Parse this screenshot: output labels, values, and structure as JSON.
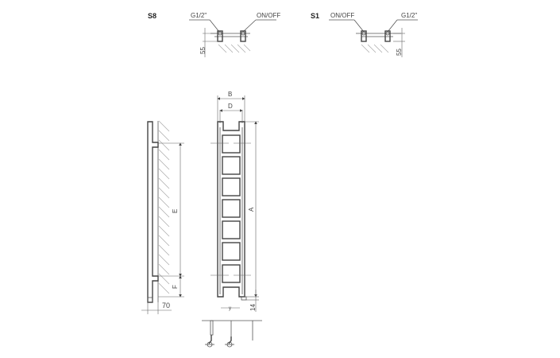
{
  "variants": {
    "s8": {
      "code": "S8",
      "left_label": "G1/2\"",
      "right_label": "ON/OFF",
      "height_dim": "55"
    },
    "s1": {
      "code": "S1",
      "left_label": "ON/OFF",
      "right_label": "G1/2\"",
      "height_dim": "55"
    }
  },
  "side_view": {
    "dim_e": "E",
    "dim_f": "F",
    "dim_depth": "70"
  },
  "front_view": {
    "dim_b": "B",
    "dim_d": "D",
    "dim_a": "A",
    "dim_bottom": "14",
    "dim_spacing": "y"
  },
  "colors": {
    "line": "#444444",
    "hatch": "#aaaaaa",
    "background": "#ffffff"
  }
}
